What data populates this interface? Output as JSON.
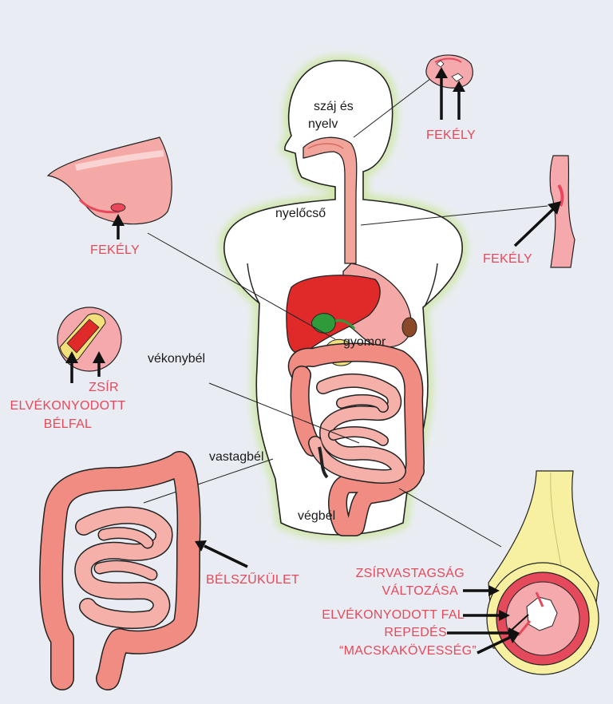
{
  "colors": {
    "background": "#e9edf3",
    "label_red": "#e8485a",
    "intestine": "#f08c82",
    "liver": "#e02a2a",
    "gallbladder": "#2f9a3a",
    "body_glow": "#d6ecb0",
    "fat": "#f7f0a0"
  },
  "organ_labels": {
    "mouth": "száj és",
    "mouth2": "nyelv",
    "esophagus": "nyelőcső",
    "stomach": "gyomor",
    "small_intestine": "vékonybél",
    "large_intestine": "vastagbél",
    "rectum": "végbél"
  },
  "callouts": {
    "ulcer_mouth": "FEKÉLY",
    "ulcer_stomach": "FEKÉLY",
    "ulcer_esophagus": "FEKÉLY",
    "fat_1": "ZSÍR",
    "fat_2": "ELVÉKONYODOTT",
    "fat_3": "BÉLFAL",
    "stricture": "BÉLSZŰKÜLET",
    "fat_change_1": "ZSÍRVASTAGSÁG",
    "fat_change_2": "VÁLTOZÁSA",
    "thin_wall": "ELVÉKONYODOTT FAL",
    "fissure": "REPEDÉS",
    "cobblestone": "“MACSKAKÖVESSÉG”"
  }
}
